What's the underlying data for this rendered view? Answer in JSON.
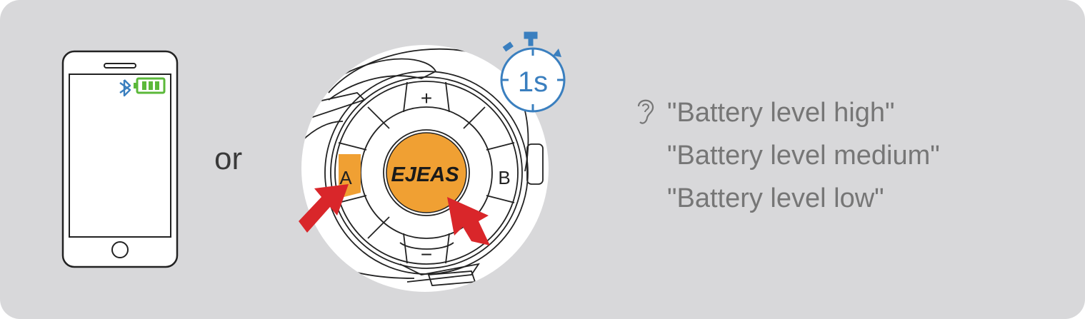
{
  "connector": "or",
  "device": {
    "brand_logo": "EJEAS",
    "button_a": "A",
    "button_b": "B",
    "button_plus": "+",
    "button_minus": "−",
    "accent_color": "#f0a033",
    "arrow_color": "#d9262a"
  },
  "timer": {
    "label": "1s",
    "color": "#3a7fbf"
  },
  "phone": {
    "bluetooth_color": "#3a7fbf",
    "battery_color": "#5bb83a"
  },
  "voice_prompts": [
    "\"Battery level high\"",
    "\"Battery level medium\"",
    "\"Battery level low\""
  ],
  "icons": [
    "phone-icon",
    "bluetooth-icon",
    "battery-icon",
    "stopwatch-icon",
    "ear-icon",
    "arrow-icon"
  ]
}
